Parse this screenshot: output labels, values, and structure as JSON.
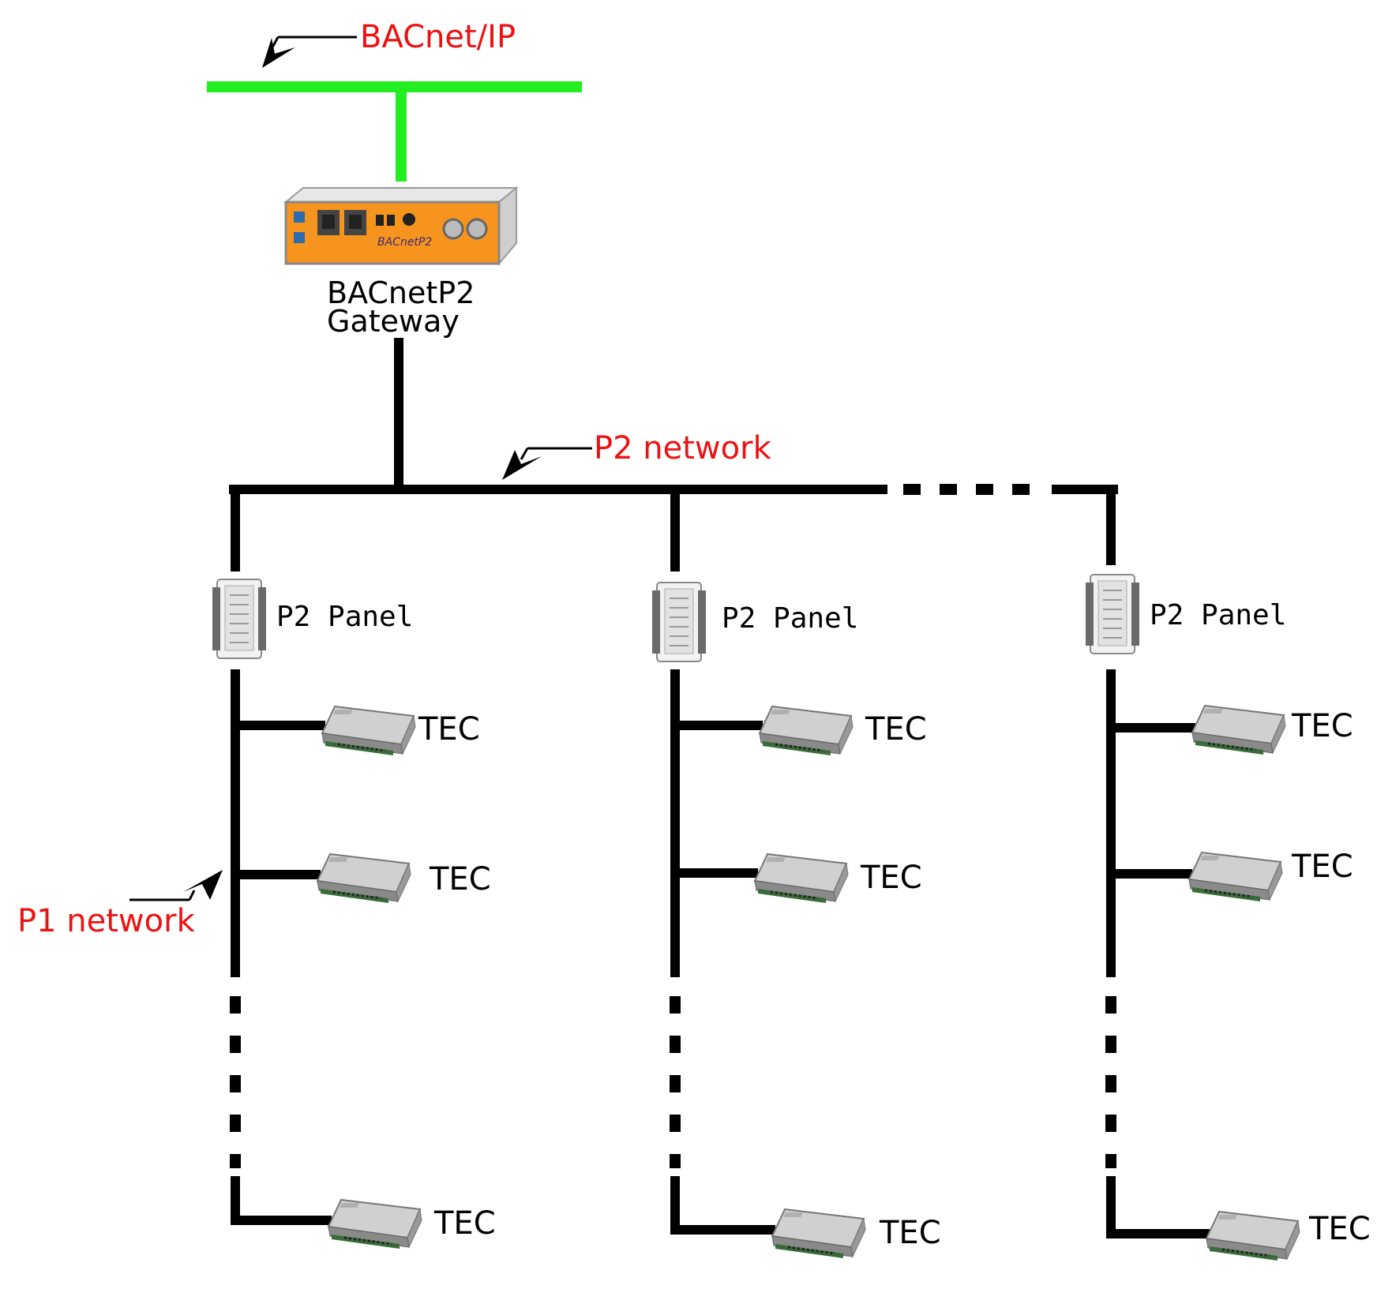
{
  "colors": {
    "ip_bus": "#22ee22",
    "annotation": "#ee1111",
    "wire": "#000000",
    "gateway_body": "#f7941d"
  },
  "labels": {
    "bacnet_ip": "BACnet/IP",
    "gateway_line1": "BACnetP2",
    "gateway_line2": "Gateway",
    "gateway_brand": "BACnetP2",
    "p2_network": "P2 network",
    "p1_network": "P1 network"
  },
  "icons": {
    "gateway": "gateway-device-icon",
    "panel": "p2-panel-icon",
    "tec": "tec-controller-icon",
    "arrow": "arrow-icon"
  },
  "panels": [
    {
      "label": "P2 Panel",
      "tecs": [
        {
          "label": "TEC"
        },
        {
          "label": "TEC"
        },
        {
          "label": "TEC"
        }
      ]
    },
    {
      "label": "P2 Panel",
      "tecs": [
        {
          "label": "TEC"
        },
        {
          "label": "TEC"
        },
        {
          "label": "TEC"
        }
      ]
    },
    {
      "label": "P2 Panel",
      "tecs": [
        {
          "label": "TEC"
        },
        {
          "label": "TEC"
        },
        {
          "label": "TEC"
        }
      ]
    }
  ]
}
